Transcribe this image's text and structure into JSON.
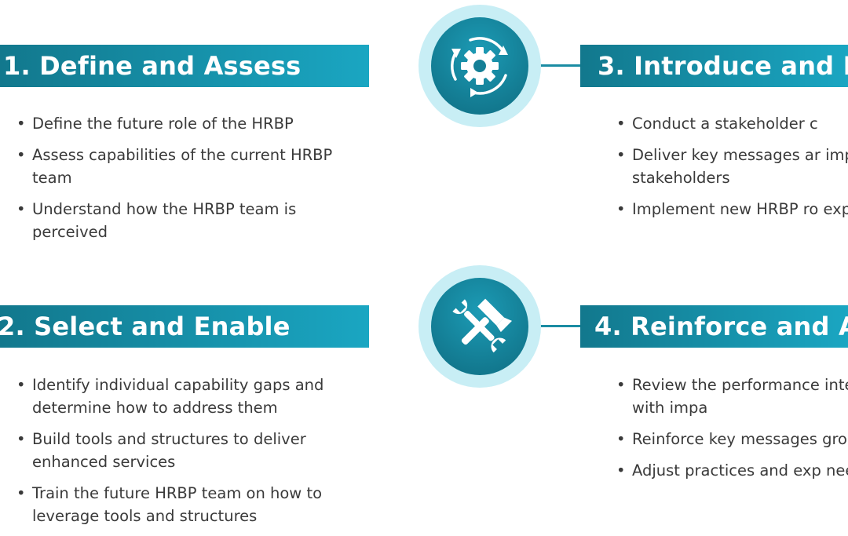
{
  "steps": [
    {
      "title": "1. Define and Assess",
      "bullets": [
        "Define the future role of the HRBP",
        "Assess capabilities of the current HRBP team",
        "Understand how the HRBP team is perceived"
      ]
    },
    {
      "title": "2. Select and Enable",
      "bullets": [
        "Identify individual capability gaps and determine how to address them",
        "Build tools and structures to deliver enhanced services",
        "Train the future HRBP team on how to leverage tools and structures"
      ]
    },
    {
      "title": "3. Introduce and I",
      "bullets": [
        "Conduct a stakeholder c",
        "Deliver key messages ar impacted stakeholders",
        "Implement new HRBP ro expectations"
      ]
    },
    {
      "title": "4. Reinforce and A",
      "bullets": [
        "Review the performance internally and with impa",
        "Reinforce key messages groups",
        "Adjust practices and exp needed"
      ]
    }
  ],
  "icons": {
    "top": "gear-cycle-icon",
    "bottom": "hammer-wrench-icon"
  },
  "colors": {
    "banner_start": "#12788d",
    "banner_end": "#1aa6c2",
    "badge_ring": "#c8eef5",
    "badge_fill": "#147f96",
    "connector": "#1a8ca3",
    "text": "#3a3a3a"
  }
}
